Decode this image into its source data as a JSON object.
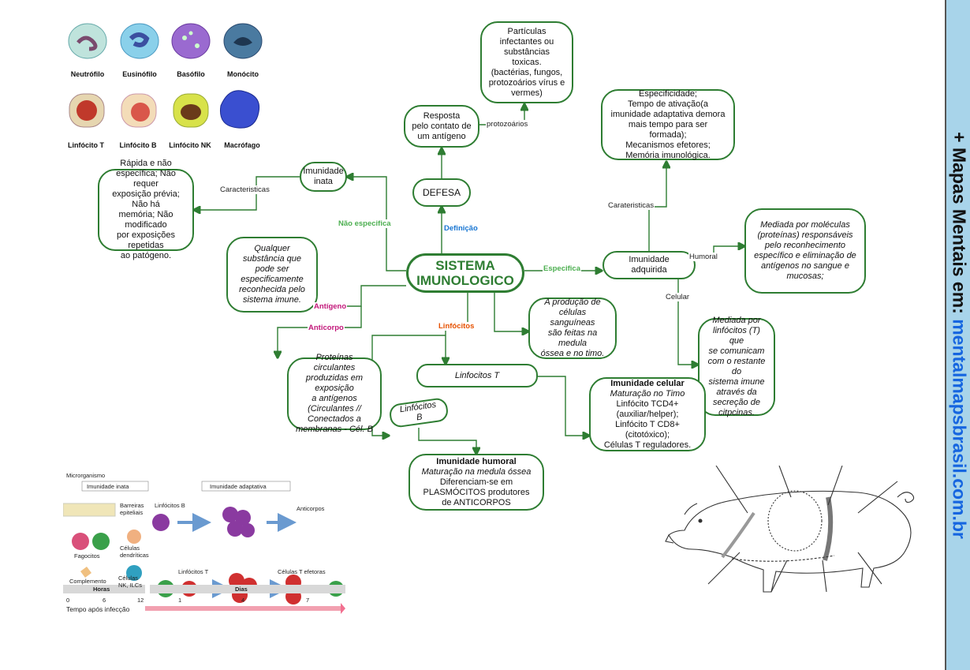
{
  "center": {
    "line1": "SISTEMA",
    "line2": "IMUNOLOGICO"
  },
  "nodes": {
    "defesa": "DEFESA",
    "resposta": "Resposta\npelo contato de\num antígeno",
    "particulas": "Partículas\ninfectantes ou\nsubstâncias toxicas.\n(bactérias, fungos,\nprotozoários vírus e\nvermes)",
    "inata": "Imunidade\ninata",
    "inata_desc": "Rápida e não\nespecífica; Não requer\nexposição prévia; Não há\nmemória; Não modificado\npor exposições repetidas\nao patógeno.",
    "adquirida": "Imunidade\nadquirida",
    "adquirida_desc": "Especificidade;\nTempo de ativação(a\nimunidade adaptativa demora\nmais tempo para ser formada);\nMecanismos efetores;\nMemória imunológica.",
    "humoral_desc": "Mediada por moléculas\n(proteínas) responsáveis\npelo reconhecimento\nespecífico e eliminação de\nantígenos no sangue e\nmucosas;",
    "celular_desc": "Mediada por\nlinfócitos (T) que\nse comunicam\ncom o restante do\nsistema imune\natravés da\nsecreção de\ncitpcinas.",
    "antigeno_desc": "Qualquer\nsubstância que\npode ser\nespecificamente\nreconhecida pelo\nsistema imune.",
    "anticorpo_desc": "Proteínas circulantes\nproduzidas em exposição\na antígenos (Circulantes //\nConectados a\nmembranas - Cél. B",
    "producao": "A produção de\ncélulas sanguíneas\nsão feitas na medula\nóssea e no timo.",
    "linfocitos_t": "Linfocitos T",
    "linfocitos_b": "Linfócitos B",
    "imun_celular": {
      "title": "Imunidade celular",
      "italic": "Maturação no Timo",
      "rest": "Linfócito TCD4+\n(auxiliar/helper);\nLinfócito T CD8+ (citotóxico);\nCélulas T reguladores."
    },
    "imun_humoral": {
      "title": "Imunidade humoral",
      "italic": "Maturação na medula óssea",
      "rest": "Diferenciam-se em\nPLASMÓCITOS produtores\nde ANTICORPOS"
    }
  },
  "labels": {
    "protozoarios": "protozoários",
    "definicao": "Definição",
    "caracteristicas": "Caracteristicas",
    "carateristicas": "Carateristicas",
    "nao_especifica": "Não especifica",
    "especifica": "Especifica",
    "humoral": "Humoral",
    "celular": "Celular",
    "antigeno": "Antígeno",
    "anticorpo": "Anticorpo",
    "linfocitos": "Linfócitos"
  },
  "cells": [
    "Neutrófilo",
    "Eusinófilo",
    "Basófilo",
    "Monócito",
    "Linfócito T",
    "Linfócito B",
    "Linfócito NK",
    "Macrófago"
  ],
  "immunity_figure": {
    "microorganism": "Microrganismo",
    "innate": "Imunidade inata",
    "adaptive": "Imunidade adaptativa",
    "barriers": "Barreiras\nepiteliais",
    "phagocytes": "Fagocitos",
    "dendritic": "Células\ndendríticas",
    "complement": "Complemento",
    "nk": "Células\nNK, ILCs",
    "b_cells": "Linfócitos B",
    "antibodies": "Anticorpos",
    "t_cells": "Linfócitos T",
    "effector_t": "Células T efetoras",
    "hours": "Horas",
    "days": "Dias",
    "ticks": [
      "0",
      "6",
      "12",
      "1",
      "4",
      "7"
    ],
    "time_label": "Tempo após infecção"
  },
  "sidebar": {
    "prefix": "+ Mapas Mentais em: ",
    "url": "mentalmapsbrasil.com.br"
  },
  "colors": {
    "green": "#2e7d32",
    "sidebar_bg": "#a8d4ea",
    "url_blue": "#1565e0"
  }
}
